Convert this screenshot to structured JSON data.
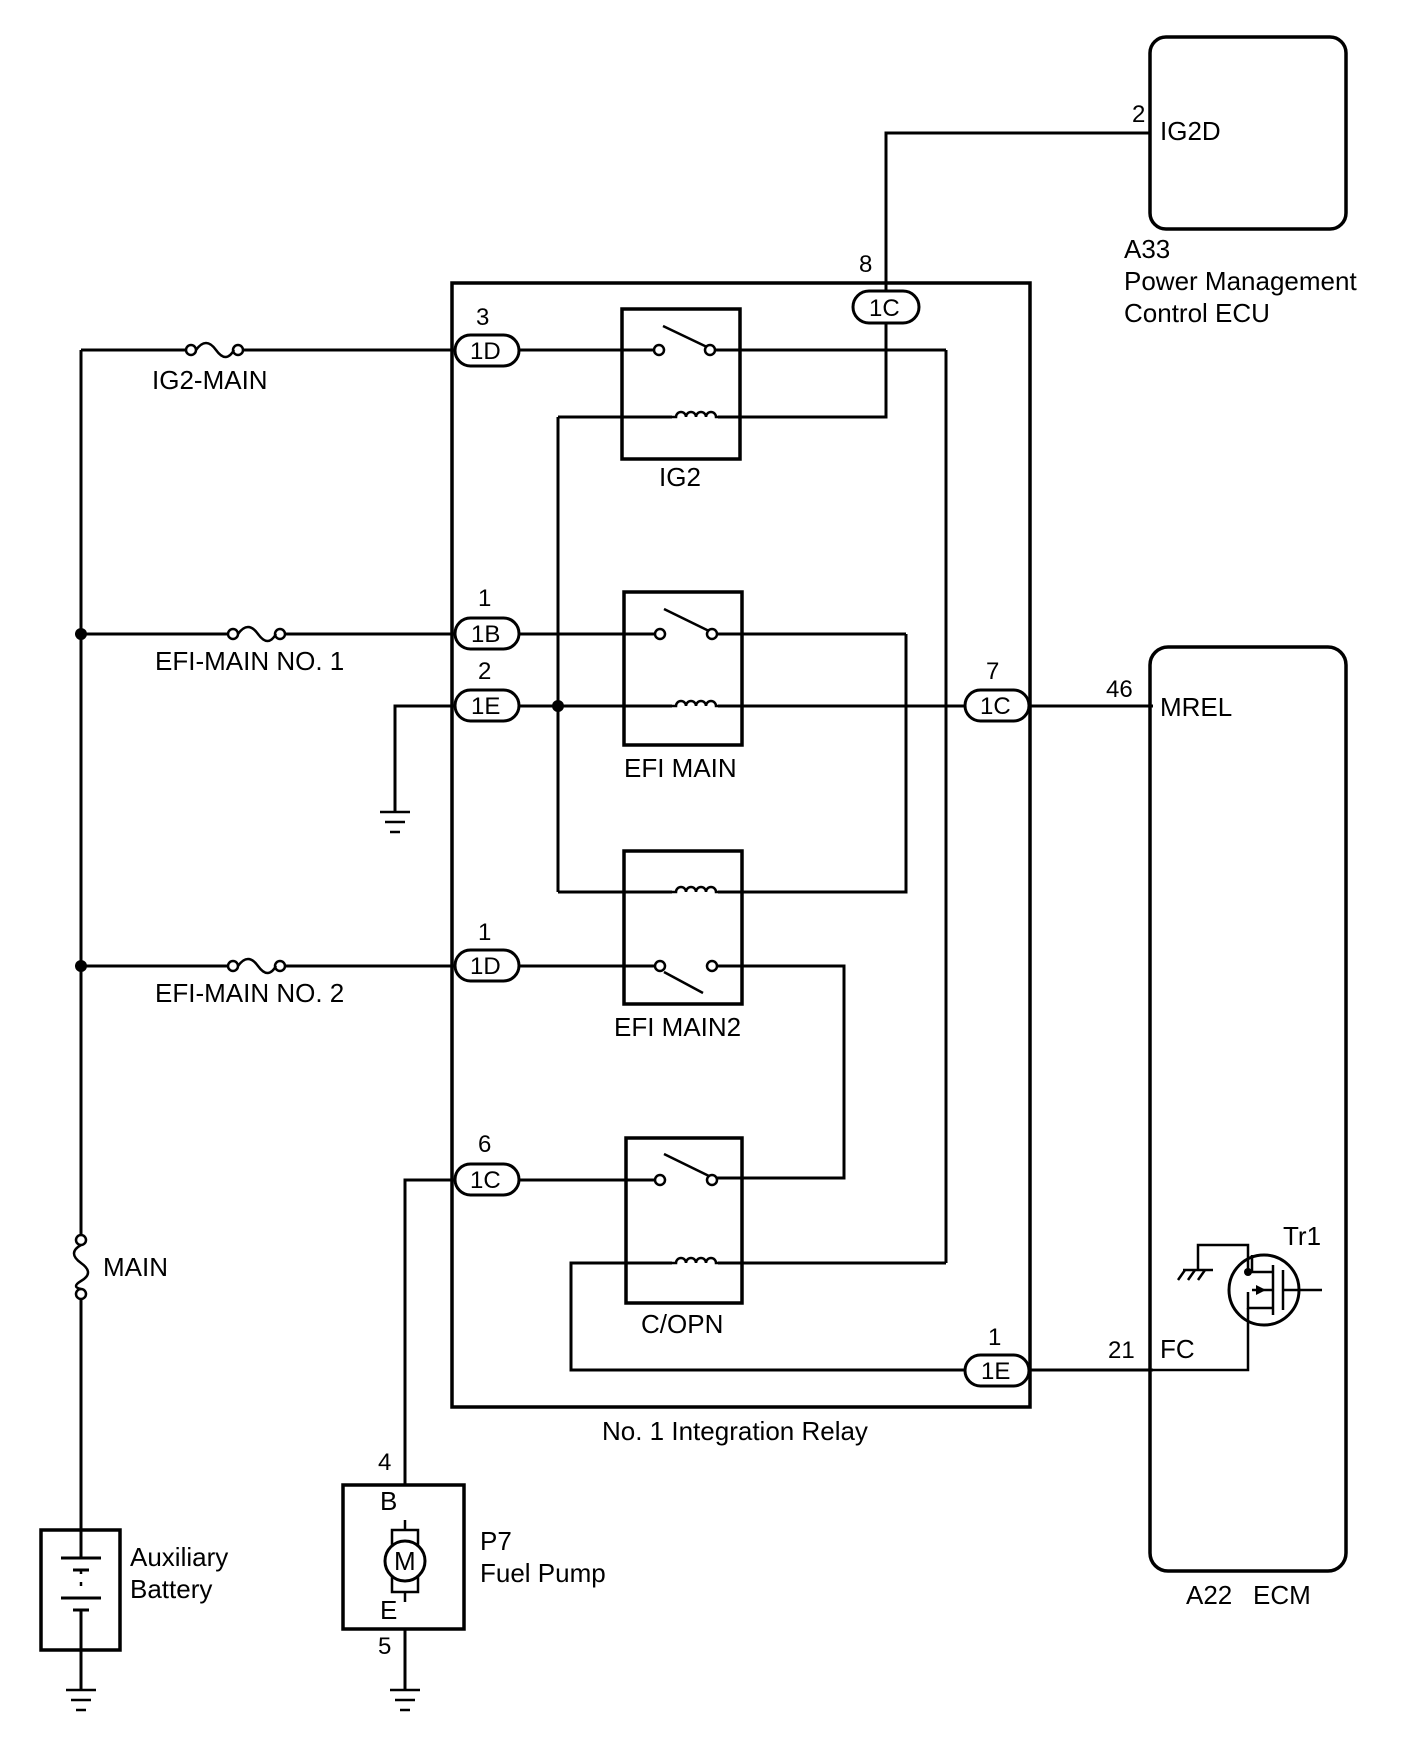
{
  "ecu_a33": {
    "code": "A33",
    "name_line1": "Power Management",
    "name_line2": "Control ECU",
    "pin_ig2d": "2",
    "sig_ig2d": "IG2D"
  },
  "relay_block": {
    "label": "No. 1 Integration Relay"
  },
  "relays": {
    "ig2": "IG2",
    "efi_main": "EFI MAIN",
    "efi_main2": "EFI MAIN2",
    "c_opn": "C/OPN"
  },
  "connectors": [
    {
      "id": "1C",
      "pin": "8"
    },
    {
      "id": "1D",
      "pin": "3"
    },
    {
      "id": "1B",
      "pin": "1"
    },
    {
      "id": "1E",
      "pin": "2"
    },
    {
      "id": "1C",
      "pin": "7"
    },
    {
      "id": "1D",
      "pin": "1"
    },
    {
      "id": "1C",
      "pin": "6"
    },
    {
      "id": "1E",
      "pin": "1"
    }
  ],
  "fuses": {
    "ig2_main": "IG2-MAIN",
    "efi_main_no1": "EFI-MAIN NO. 1",
    "efi_main_no2": "EFI-MAIN NO. 2",
    "main": "MAIN"
  },
  "ecm": {
    "code": "A22",
    "name": "ECM",
    "pin_mrel": "46",
    "sig_mrel": "MREL",
    "pin_fc": "21",
    "sig_fc": "FC",
    "transistor": "Tr1"
  },
  "fuel_pump": {
    "code": "P7",
    "name": "Fuel Pump",
    "pin_b": "4",
    "term_b": "B",
    "pin_e": "5",
    "term_e": "E",
    "motor": "M"
  },
  "battery": {
    "line1": "Auxiliary",
    "line2": "Battery"
  }
}
